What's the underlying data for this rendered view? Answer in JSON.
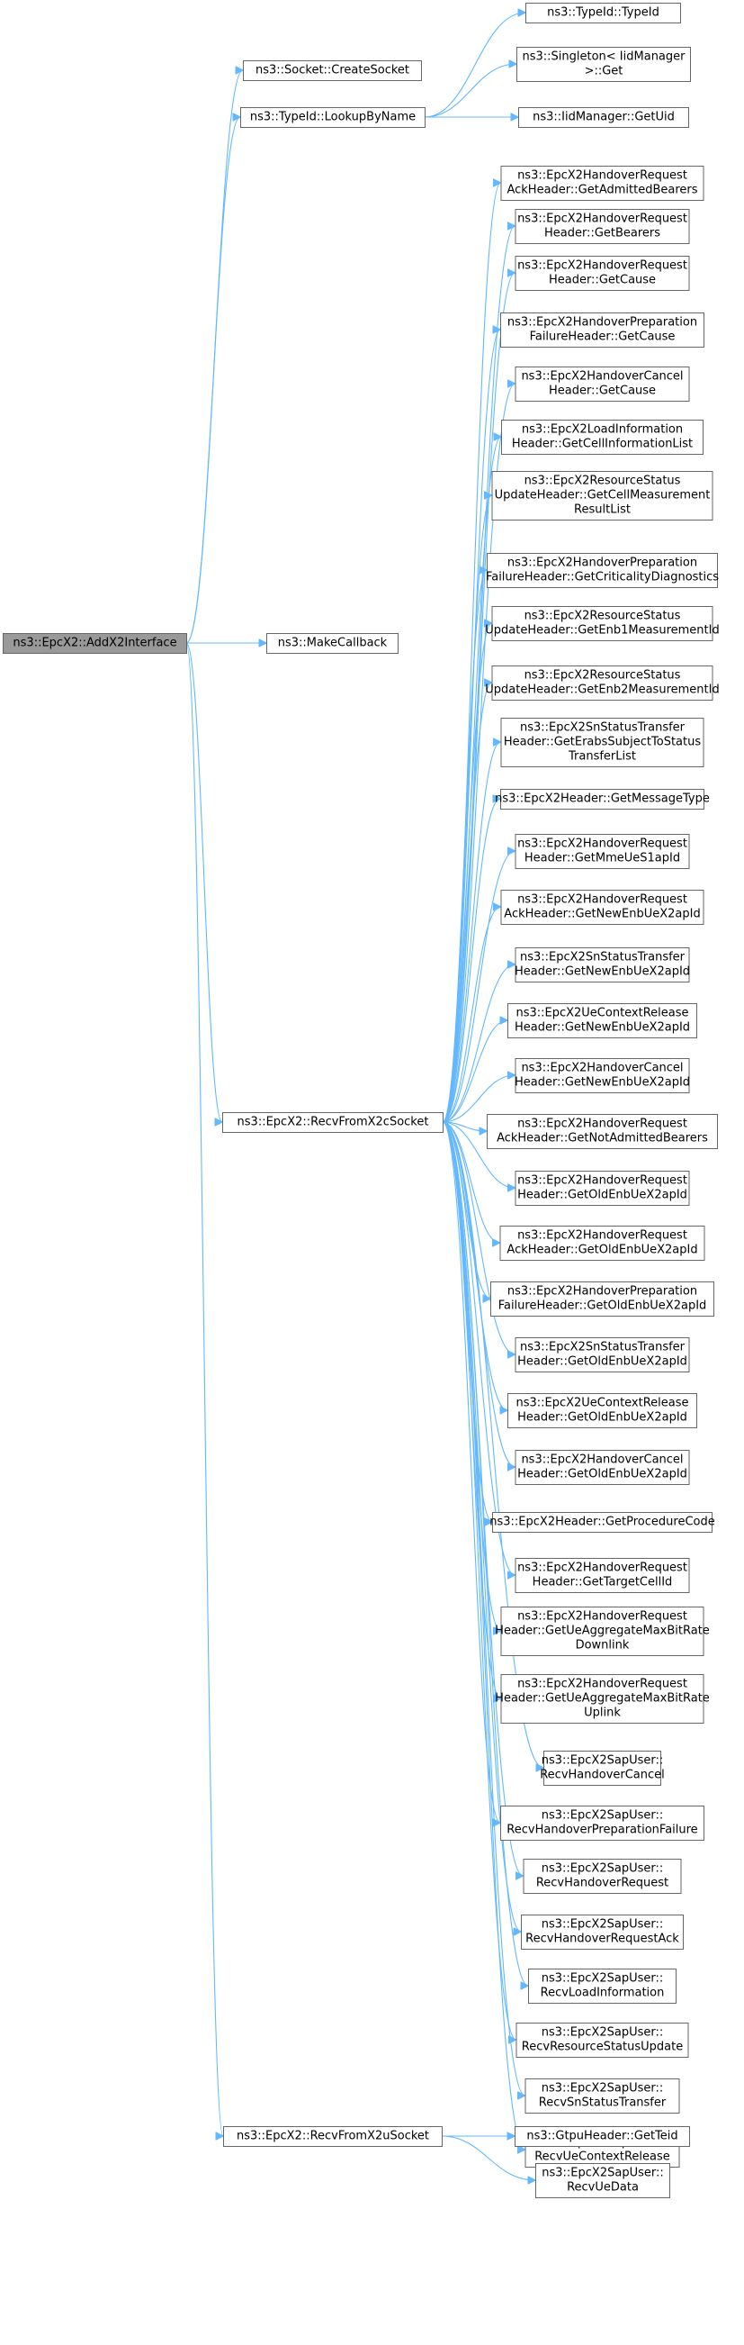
{
  "graph": {
    "root": "root",
    "nodes": [
      {
        "id": "root",
        "lines": [
          "ns3::EpcX2::AddX2Interface"
        ]
      },
      {
        "id": "createSocket",
        "lines": [
          "ns3::Socket::CreateSocket"
        ]
      },
      {
        "id": "lookupByName",
        "lines": [
          "ns3::TypeId::LookupByName"
        ]
      },
      {
        "id": "makeCallback",
        "lines": [
          "ns3::MakeCallback"
        ]
      },
      {
        "id": "recvX2c",
        "lines": [
          "ns3::EpcX2::RecvFromX2cSocket"
        ]
      },
      {
        "id": "recvX2u",
        "lines": [
          "ns3::EpcX2::RecvFromX2uSocket"
        ]
      },
      {
        "id": "typeId",
        "lines": [
          "ns3::TypeId::TypeId"
        ]
      },
      {
        "id": "singletonGet",
        "lines": [
          "ns3::Singleton< IidManager",
          ">::Get"
        ]
      },
      {
        "id": "getUid",
        "lines": [
          "ns3::IidManager::GetUid"
        ]
      },
      {
        "id": "c0",
        "lines": [
          "ns3::EpcX2HandoverRequest",
          "AckHeader::GetAdmittedBearers"
        ]
      },
      {
        "id": "c1",
        "lines": [
          "ns3::EpcX2HandoverRequest",
          "Header::GetBearers"
        ]
      },
      {
        "id": "c2",
        "lines": [
          "ns3::EpcX2HandoverRequest",
          "Header::GetCause"
        ]
      },
      {
        "id": "c3",
        "lines": [
          "ns3::EpcX2HandoverPreparation",
          "FailureHeader::GetCause"
        ]
      },
      {
        "id": "c4",
        "lines": [
          "ns3::EpcX2HandoverCancel",
          "Header::GetCause"
        ]
      },
      {
        "id": "c5",
        "lines": [
          "ns3::EpcX2LoadInformation",
          "Header::GetCellInformationList"
        ]
      },
      {
        "id": "c6",
        "lines": [
          "ns3::EpcX2ResourceStatus",
          "UpdateHeader::GetCellMeasurement",
          "ResultList"
        ]
      },
      {
        "id": "c7",
        "lines": [
          "ns3::EpcX2HandoverPreparation",
          "FailureHeader::GetCriticalityDiagnostics"
        ]
      },
      {
        "id": "c8",
        "lines": [
          "ns3::EpcX2ResourceStatus",
          "UpdateHeader::GetEnb1MeasurementId"
        ]
      },
      {
        "id": "c9",
        "lines": [
          "ns3::EpcX2ResourceStatus",
          "UpdateHeader::GetEnb2MeasurementId"
        ]
      },
      {
        "id": "c10",
        "lines": [
          "ns3::EpcX2SnStatusTransfer",
          "Header::GetErabsSubjectToStatus",
          "TransferList"
        ]
      },
      {
        "id": "c11",
        "lines": [
          "ns3::EpcX2Header::GetMessageType"
        ]
      },
      {
        "id": "c12",
        "lines": [
          "ns3::EpcX2HandoverRequest",
          "Header::GetMmeUeS1apId"
        ]
      },
      {
        "id": "c13",
        "lines": [
          "ns3::EpcX2HandoverRequest",
          "AckHeader::GetNewEnbUeX2apId"
        ]
      },
      {
        "id": "c14",
        "lines": [
          "ns3::EpcX2SnStatusTransfer",
          "Header::GetNewEnbUeX2apId"
        ]
      },
      {
        "id": "c15",
        "lines": [
          "ns3::EpcX2UeContextRelease",
          "Header::GetNewEnbUeX2apId"
        ]
      },
      {
        "id": "c16",
        "lines": [
          "ns3::EpcX2HandoverCancel",
          "Header::GetNewEnbUeX2apId"
        ]
      },
      {
        "id": "c17",
        "lines": [
          "ns3::EpcX2HandoverRequest",
          "AckHeader::GetNotAdmittedBearers"
        ]
      },
      {
        "id": "c18",
        "lines": [
          "ns3::EpcX2HandoverRequest",
          "Header::GetOldEnbUeX2apId"
        ]
      },
      {
        "id": "c19",
        "lines": [
          "ns3::EpcX2HandoverRequest",
          "AckHeader::GetOldEnbUeX2apId"
        ]
      },
      {
        "id": "c20",
        "lines": [
          "ns3::EpcX2HandoverPreparation",
          "FailureHeader::GetOldEnbUeX2apId"
        ]
      },
      {
        "id": "c21",
        "lines": [
          "ns3::EpcX2SnStatusTransfer",
          "Header::GetOldEnbUeX2apId"
        ]
      },
      {
        "id": "c22",
        "lines": [
          "ns3::EpcX2UeContextRelease",
          "Header::GetOldEnbUeX2apId"
        ]
      },
      {
        "id": "c23",
        "lines": [
          "ns3::EpcX2HandoverCancel",
          "Header::GetOldEnbUeX2apId"
        ]
      },
      {
        "id": "c24",
        "lines": [
          "ns3::EpcX2Header::GetProcedureCode"
        ]
      },
      {
        "id": "c25",
        "lines": [
          "ns3::EpcX2HandoverRequest",
          "Header::GetTargetCellId"
        ]
      },
      {
        "id": "c26",
        "lines": [
          "ns3::EpcX2HandoverRequest",
          "Header::GetUeAggregateMaxBitRate",
          "Downlink"
        ]
      },
      {
        "id": "c27",
        "lines": [
          "ns3::EpcX2HandoverRequest",
          "Header::GetUeAggregateMaxBitRate",
          "Uplink"
        ]
      },
      {
        "id": "c28",
        "lines": [
          "ns3::EpcX2SapUser::",
          "RecvHandoverCancel"
        ]
      },
      {
        "id": "c29",
        "lines": [
          "ns3::EpcX2SapUser::",
          "RecvHandoverPreparationFailure"
        ]
      },
      {
        "id": "c30",
        "lines": [
          "ns3::EpcX2SapUser::",
          "RecvHandoverRequest"
        ]
      },
      {
        "id": "c31",
        "lines": [
          "ns3::EpcX2SapUser::",
          "RecvHandoverRequestAck"
        ]
      },
      {
        "id": "c32",
        "lines": [
          "ns3::EpcX2SapUser::",
          "RecvLoadInformation"
        ]
      },
      {
        "id": "c33",
        "lines": [
          "ns3::EpcX2SapUser::",
          "RecvResourceStatusUpdate"
        ]
      },
      {
        "id": "c34",
        "lines": [
          "ns3::EpcX2SapUser::",
          "RecvSnStatusTransfer"
        ]
      },
      {
        "id": "c35",
        "lines": [
          "ns3::EpcX2SapUser::",
          "RecvUeContextRelease"
        ]
      },
      {
        "id": "getTeid",
        "lines": [
          "ns3::GtpuHeader::GetTeid"
        ]
      },
      {
        "id": "recvUeData",
        "lines": [
          "ns3::EpcX2SapUser::",
          "RecvUeData"
        ]
      }
    ],
    "edges": [
      [
        "root",
        "createSocket"
      ],
      [
        "root",
        "lookupByName"
      ],
      [
        "root",
        "makeCallback"
      ],
      [
        "root",
        "recvX2c"
      ],
      [
        "root",
        "recvX2u"
      ],
      [
        "lookupByName",
        "typeId"
      ],
      [
        "lookupByName",
        "singletonGet"
      ],
      [
        "lookupByName",
        "getUid"
      ],
      [
        "recvX2c",
        "c0"
      ],
      [
        "recvX2c",
        "c1"
      ],
      [
        "recvX2c",
        "c2"
      ],
      [
        "recvX2c",
        "c3"
      ],
      [
        "recvX2c",
        "c4"
      ],
      [
        "recvX2c",
        "c5"
      ],
      [
        "recvX2c",
        "c6"
      ],
      [
        "recvX2c",
        "c7"
      ],
      [
        "recvX2c",
        "c8"
      ],
      [
        "recvX2c",
        "c9"
      ],
      [
        "recvX2c",
        "c10"
      ],
      [
        "recvX2c",
        "c11"
      ],
      [
        "recvX2c",
        "c12"
      ],
      [
        "recvX2c",
        "c13"
      ],
      [
        "recvX2c",
        "c14"
      ],
      [
        "recvX2c",
        "c15"
      ],
      [
        "recvX2c",
        "c16"
      ],
      [
        "recvX2c",
        "c17"
      ],
      [
        "recvX2c",
        "c18"
      ],
      [
        "recvX2c",
        "c19"
      ],
      [
        "recvX2c",
        "c20"
      ],
      [
        "recvX2c",
        "c21"
      ],
      [
        "recvX2c",
        "c22"
      ],
      [
        "recvX2c",
        "c23"
      ],
      [
        "recvX2c",
        "c24"
      ],
      [
        "recvX2c",
        "c25"
      ],
      [
        "recvX2c",
        "c26"
      ],
      [
        "recvX2c",
        "c27"
      ],
      [
        "recvX2c",
        "c28"
      ],
      [
        "recvX2c",
        "c29"
      ],
      [
        "recvX2c",
        "c30"
      ],
      [
        "recvX2c",
        "c31"
      ],
      [
        "recvX2c",
        "c32"
      ],
      [
        "recvX2c",
        "c33"
      ],
      [
        "recvX2c",
        "c34"
      ],
      [
        "recvX2c",
        "c35"
      ],
      [
        "recvX2u",
        "getTeid"
      ],
      [
        "recvX2u",
        "recvUeData"
      ]
    ]
  }
}
